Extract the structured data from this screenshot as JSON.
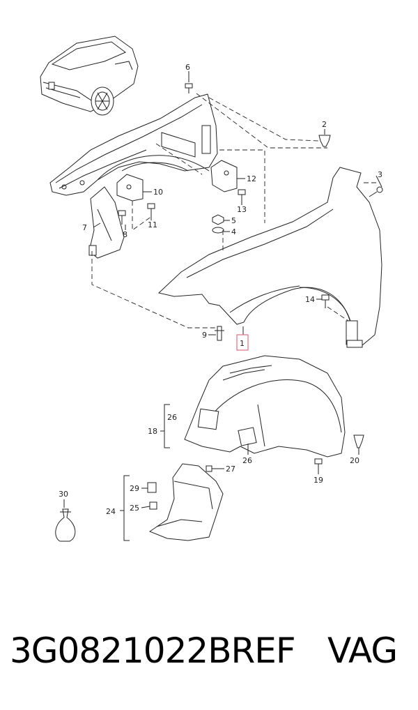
{
  "callouts": {
    "c1": "1",
    "c2": "2",
    "c3": "3",
    "c4": "4",
    "c5": "5",
    "c6": "6",
    "c7": "7",
    "c8": "8",
    "c9": "9",
    "c10": "10",
    "c11": "11",
    "c12": "12",
    "c13": "13",
    "c14": "14",
    "c18": "18",
    "c19": "19",
    "c20": "20",
    "c24": "24",
    "c25": "25",
    "c26a": "26",
    "c26b": "26",
    "c27": "27",
    "c29": "29",
    "c30": "30"
  },
  "footer": {
    "part_number": "3G0821022BREF",
    "brand": "VAG"
  },
  "colors": {
    "line": "#222222",
    "highlight_box": "#e07080"
  }
}
